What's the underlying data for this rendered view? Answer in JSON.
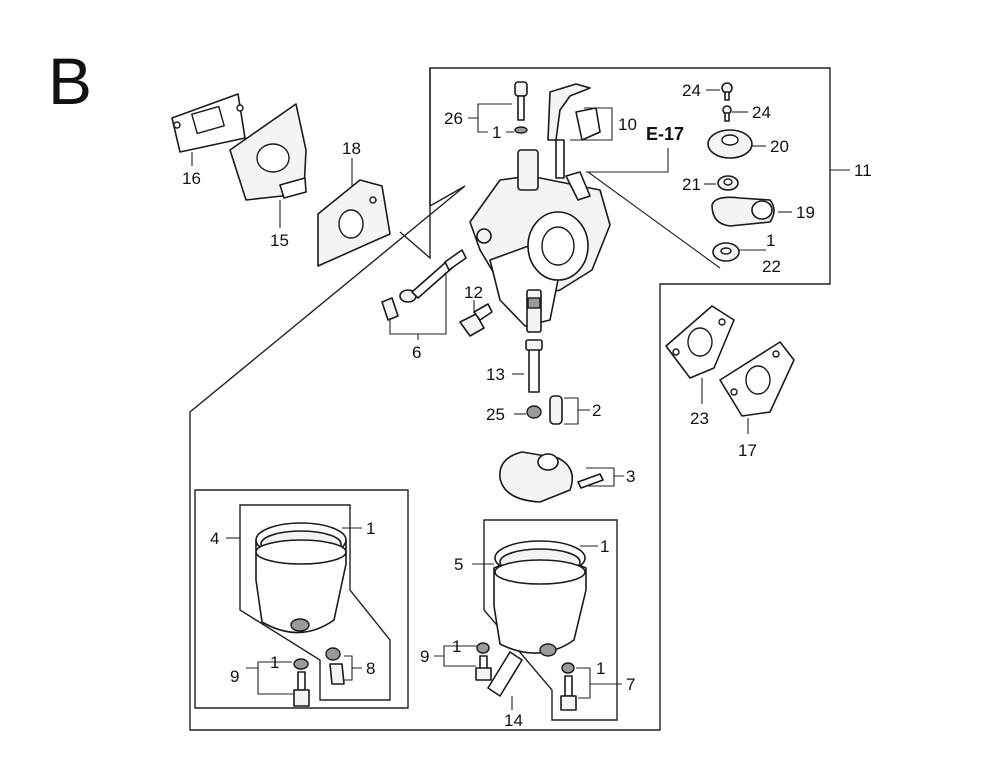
{
  "section_label": "B",
  "reference_label": "E-17",
  "callouts": [
    {
      "id": "c16",
      "text": "16"
    },
    {
      "id": "c15",
      "text": "15"
    },
    {
      "id": "c18",
      "text": "18"
    },
    {
      "id": "c26",
      "text": "26"
    },
    {
      "id": "c1a",
      "text": "1"
    },
    {
      "id": "c10",
      "text": "10"
    },
    {
      "id": "c24a",
      "text": "24"
    },
    {
      "id": "c24b",
      "text": "24"
    },
    {
      "id": "c20",
      "text": "20"
    },
    {
      "id": "c11",
      "text": "11"
    },
    {
      "id": "c21",
      "text": "21"
    },
    {
      "id": "c19",
      "text": "19"
    },
    {
      "id": "c1b",
      "text": "1"
    },
    {
      "id": "c22",
      "text": "22"
    },
    {
      "id": "c12",
      "text": "12"
    },
    {
      "id": "c6",
      "text": "6"
    },
    {
      "id": "c13",
      "text": "13"
    },
    {
      "id": "c25",
      "text": "25"
    },
    {
      "id": "c2",
      "text": "2"
    },
    {
      "id": "c3",
      "text": "3"
    },
    {
      "id": "c23",
      "text": "23"
    },
    {
      "id": "c17",
      "text": "17"
    },
    {
      "id": "c4",
      "text": "4"
    },
    {
      "id": "c1c",
      "text": "1"
    },
    {
      "id": "c9a",
      "text": "9"
    },
    {
      "id": "c1d",
      "text": "1"
    },
    {
      "id": "c8",
      "text": "8"
    },
    {
      "id": "c5",
      "text": "5"
    },
    {
      "id": "c1e",
      "text": "1"
    },
    {
      "id": "c9b",
      "text": "9"
    },
    {
      "id": "c1f",
      "text": "1"
    },
    {
      "id": "c1g",
      "text": "1"
    },
    {
      "id": "c7",
      "text": "7"
    },
    {
      "id": "c14",
      "text": "14"
    }
  ],
  "colors": {
    "ink": "#1a1a1a",
    "paper": "#ffffff"
  }
}
